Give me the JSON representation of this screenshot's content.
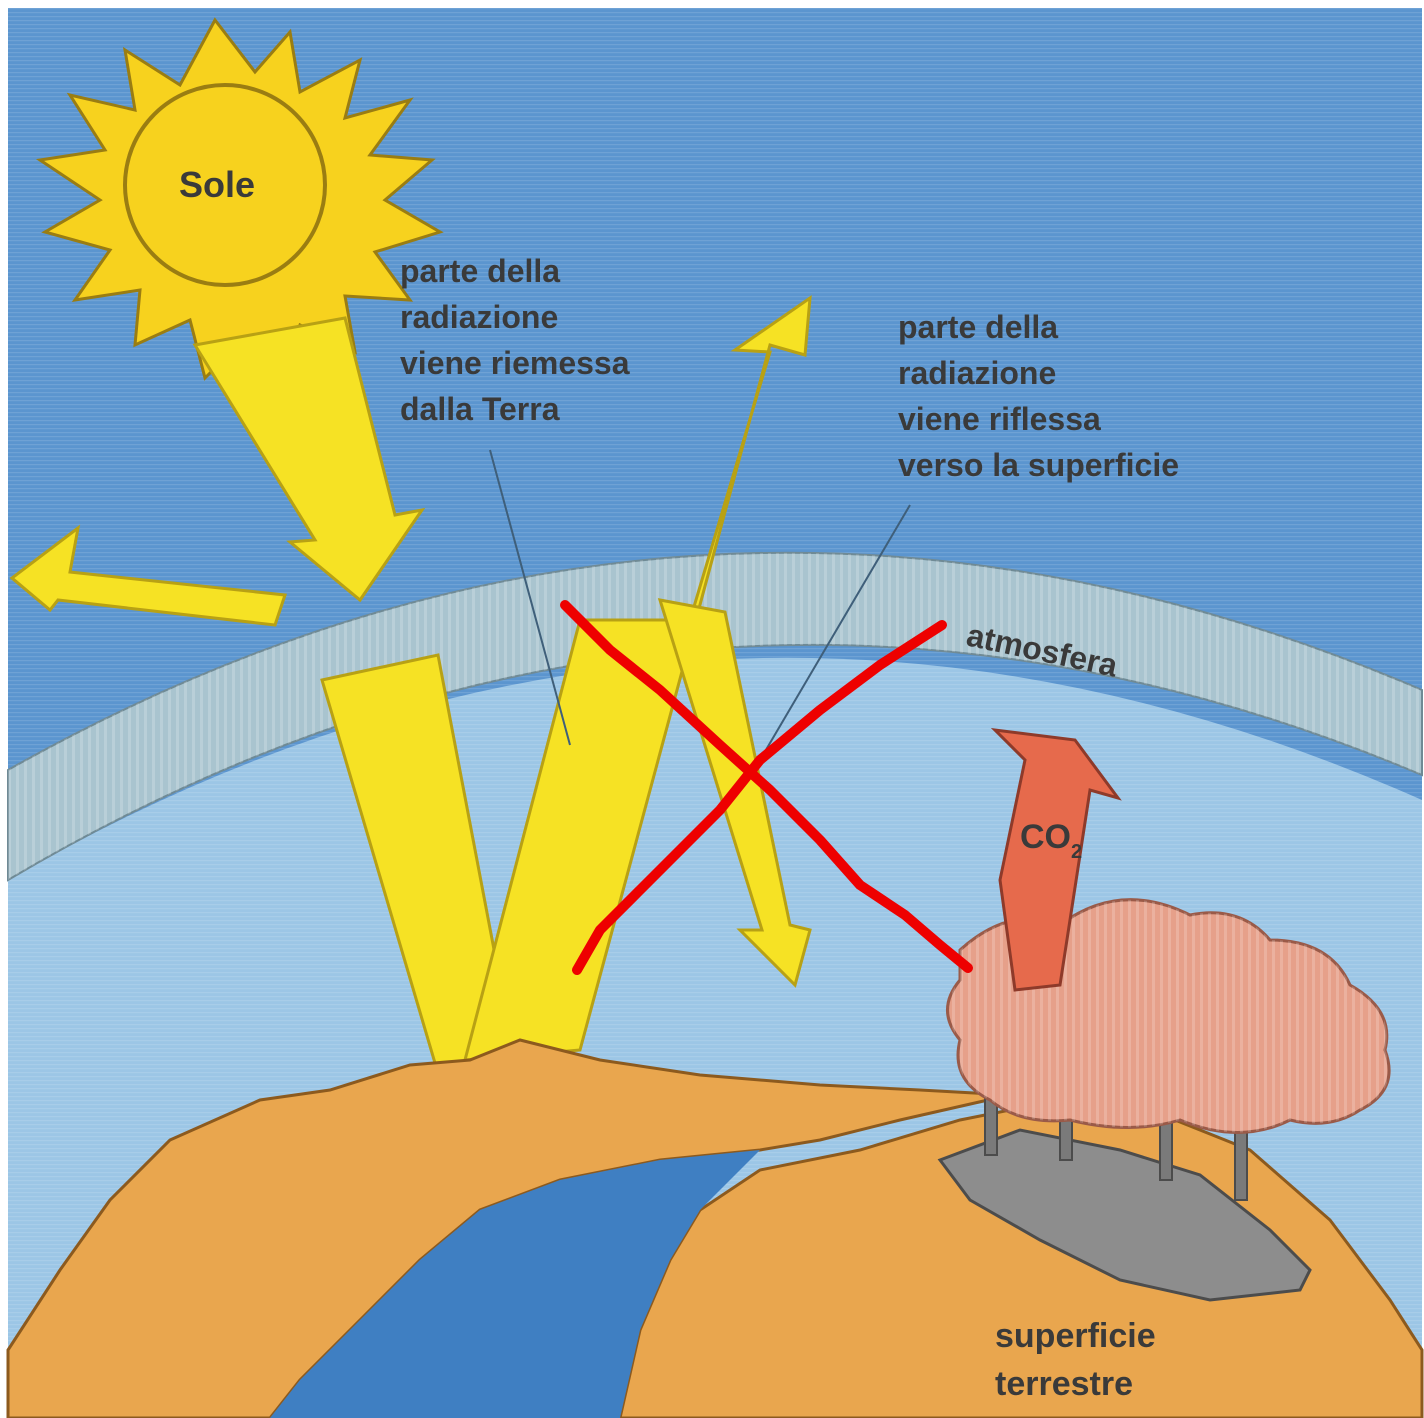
{
  "labels": {
    "sun": "Sole",
    "reemitted": [
      "parte della",
      "radiazione",
      "viene riemessa",
      "dalla Terra"
    ],
    "reflected": [
      "parte della",
      "radiazione",
      "viene riflessa",
      "verso la superficie"
    ],
    "atmosphere": "atmosfera",
    "co2": "CO",
    "co2_sub": "2",
    "surface": [
      "superficie",
      "terrestre"
    ]
  },
  "colors": {
    "sky_top": "#5b95cf",
    "sky_lower": "#9cc6e6",
    "atmosphere_band": "#a9c4cf",
    "sun": "#f7d21e",
    "sun_outline": "#9a7d12",
    "beam": "#f6e224",
    "land": "#e9a64e",
    "river": "#3f7fc2",
    "co2_arrow": "#e66a4c",
    "smoke_cloud": "#e6a08a",
    "factory": "#8d8d8d",
    "cross": "#ee0000",
    "text": "#3a3a3a"
  }
}
